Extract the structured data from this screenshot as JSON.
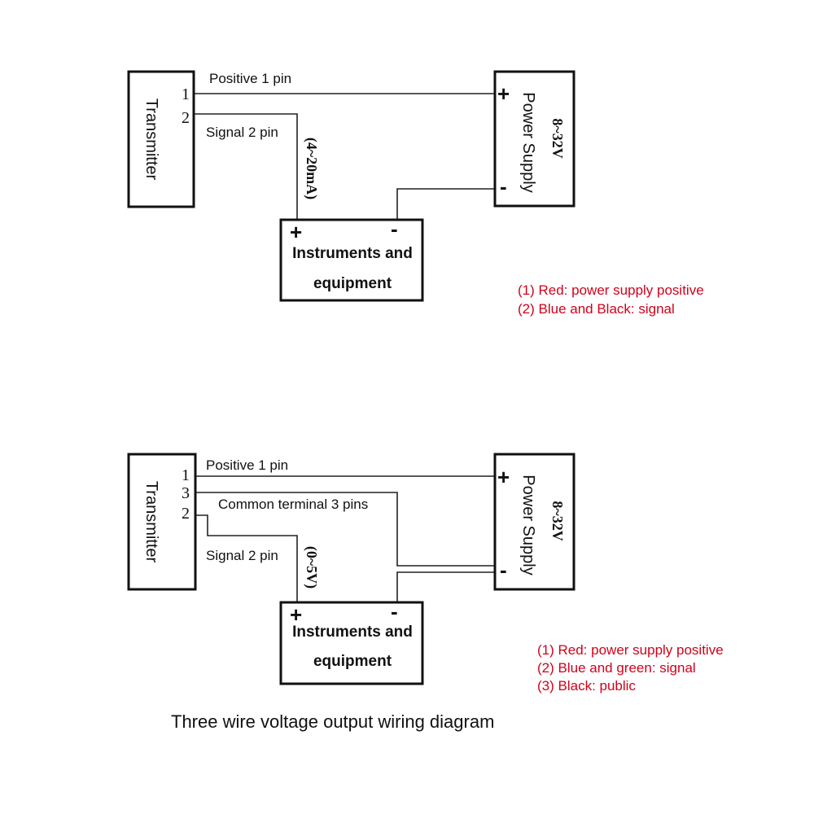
{
  "colors": {
    "note": "#d0021b",
    "line": "#222222"
  },
  "diagram1": {
    "transmitter": "Transmitter",
    "power_supply": "Power Supply",
    "voltage": "8~32V",
    "instrument_line1": "Instruments and",
    "instrument_line2": "equipment",
    "pin1_num": "1",
    "pin2_num": "2",
    "positive_label": "Positive 1 pin",
    "signal_label": "Signal 2 pin",
    "range": "(4~20mA)",
    "plus": "+",
    "minus": "-",
    "notes": [
      "(1) Red: power supply positive",
      "(2) Blue and Black: signal"
    ]
  },
  "diagram2": {
    "transmitter": "Transmitter",
    "power_supply": "Power Supply",
    "voltage": "8~32V",
    "instrument_line1": "Instruments and",
    "instrument_line2": "equipment",
    "pin1_num": "1",
    "pin3_num": "3",
    "pin2_num": "2",
    "positive_label": "Positive 1 pin",
    "common_label": "Common terminal 3 pins",
    "signal_label": "Signal 2 pin",
    "range": "(0~5V)",
    "plus": "+",
    "minus": "-",
    "notes": [
      "(1) Red: power supply positive",
      "(2) Blue and green: signal",
      "(3) Black: public"
    ]
  },
  "caption": "Three wire voltage output wiring diagram"
}
